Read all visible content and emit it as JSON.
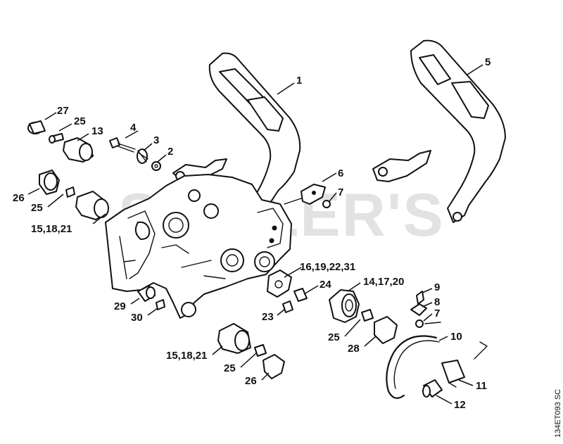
{
  "watermark": "STIHLER'S",
  "diagram_code": "134ET093 SC",
  "callouts": [
    {
      "id": "c1",
      "text": "1"
    },
    {
      "id": "c5",
      "text": "5"
    },
    {
      "id": "c27",
      "text": "27"
    },
    {
      "id": "c25a",
      "text": "25"
    },
    {
      "id": "c13",
      "text": "13"
    },
    {
      "id": "c4",
      "text": "4"
    },
    {
      "id": "c3",
      "text": "3"
    },
    {
      "id": "c2",
      "text": "2"
    },
    {
      "id": "c6",
      "text": "6"
    },
    {
      "id": "c7a",
      "text": "7"
    },
    {
      "id": "c26a",
      "text": "26"
    },
    {
      "id": "c25b",
      "text": "25"
    },
    {
      "id": "c15a",
      "text": "15,18,21"
    },
    {
      "id": "c16",
      "text": "16,19,22,31"
    },
    {
      "id": "c24",
      "text": "24"
    },
    {
      "id": "c14",
      "text": "14,17,20"
    },
    {
      "id": "c9",
      "text": "9"
    },
    {
      "id": "c8",
      "text": "8"
    },
    {
      "id": "c7b",
      "text": "7"
    },
    {
      "id": "c29",
      "text": "29"
    },
    {
      "id": "c30",
      "text": "30"
    },
    {
      "id": "c23",
      "text": "23"
    },
    {
      "id": "c25c",
      "text": "25"
    },
    {
      "id": "c10",
      "text": "10"
    },
    {
      "id": "c28",
      "text": "28"
    },
    {
      "id": "c15b",
      "text": "15,18,21"
    },
    {
      "id": "c25d",
      "text": "25"
    },
    {
      "id": "c26b",
      "text": "26"
    },
    {
      "id": "c11",
      "text": "11"
    },
    {
      "id": "c12",
      "text": "12"
    }
  ]
}
